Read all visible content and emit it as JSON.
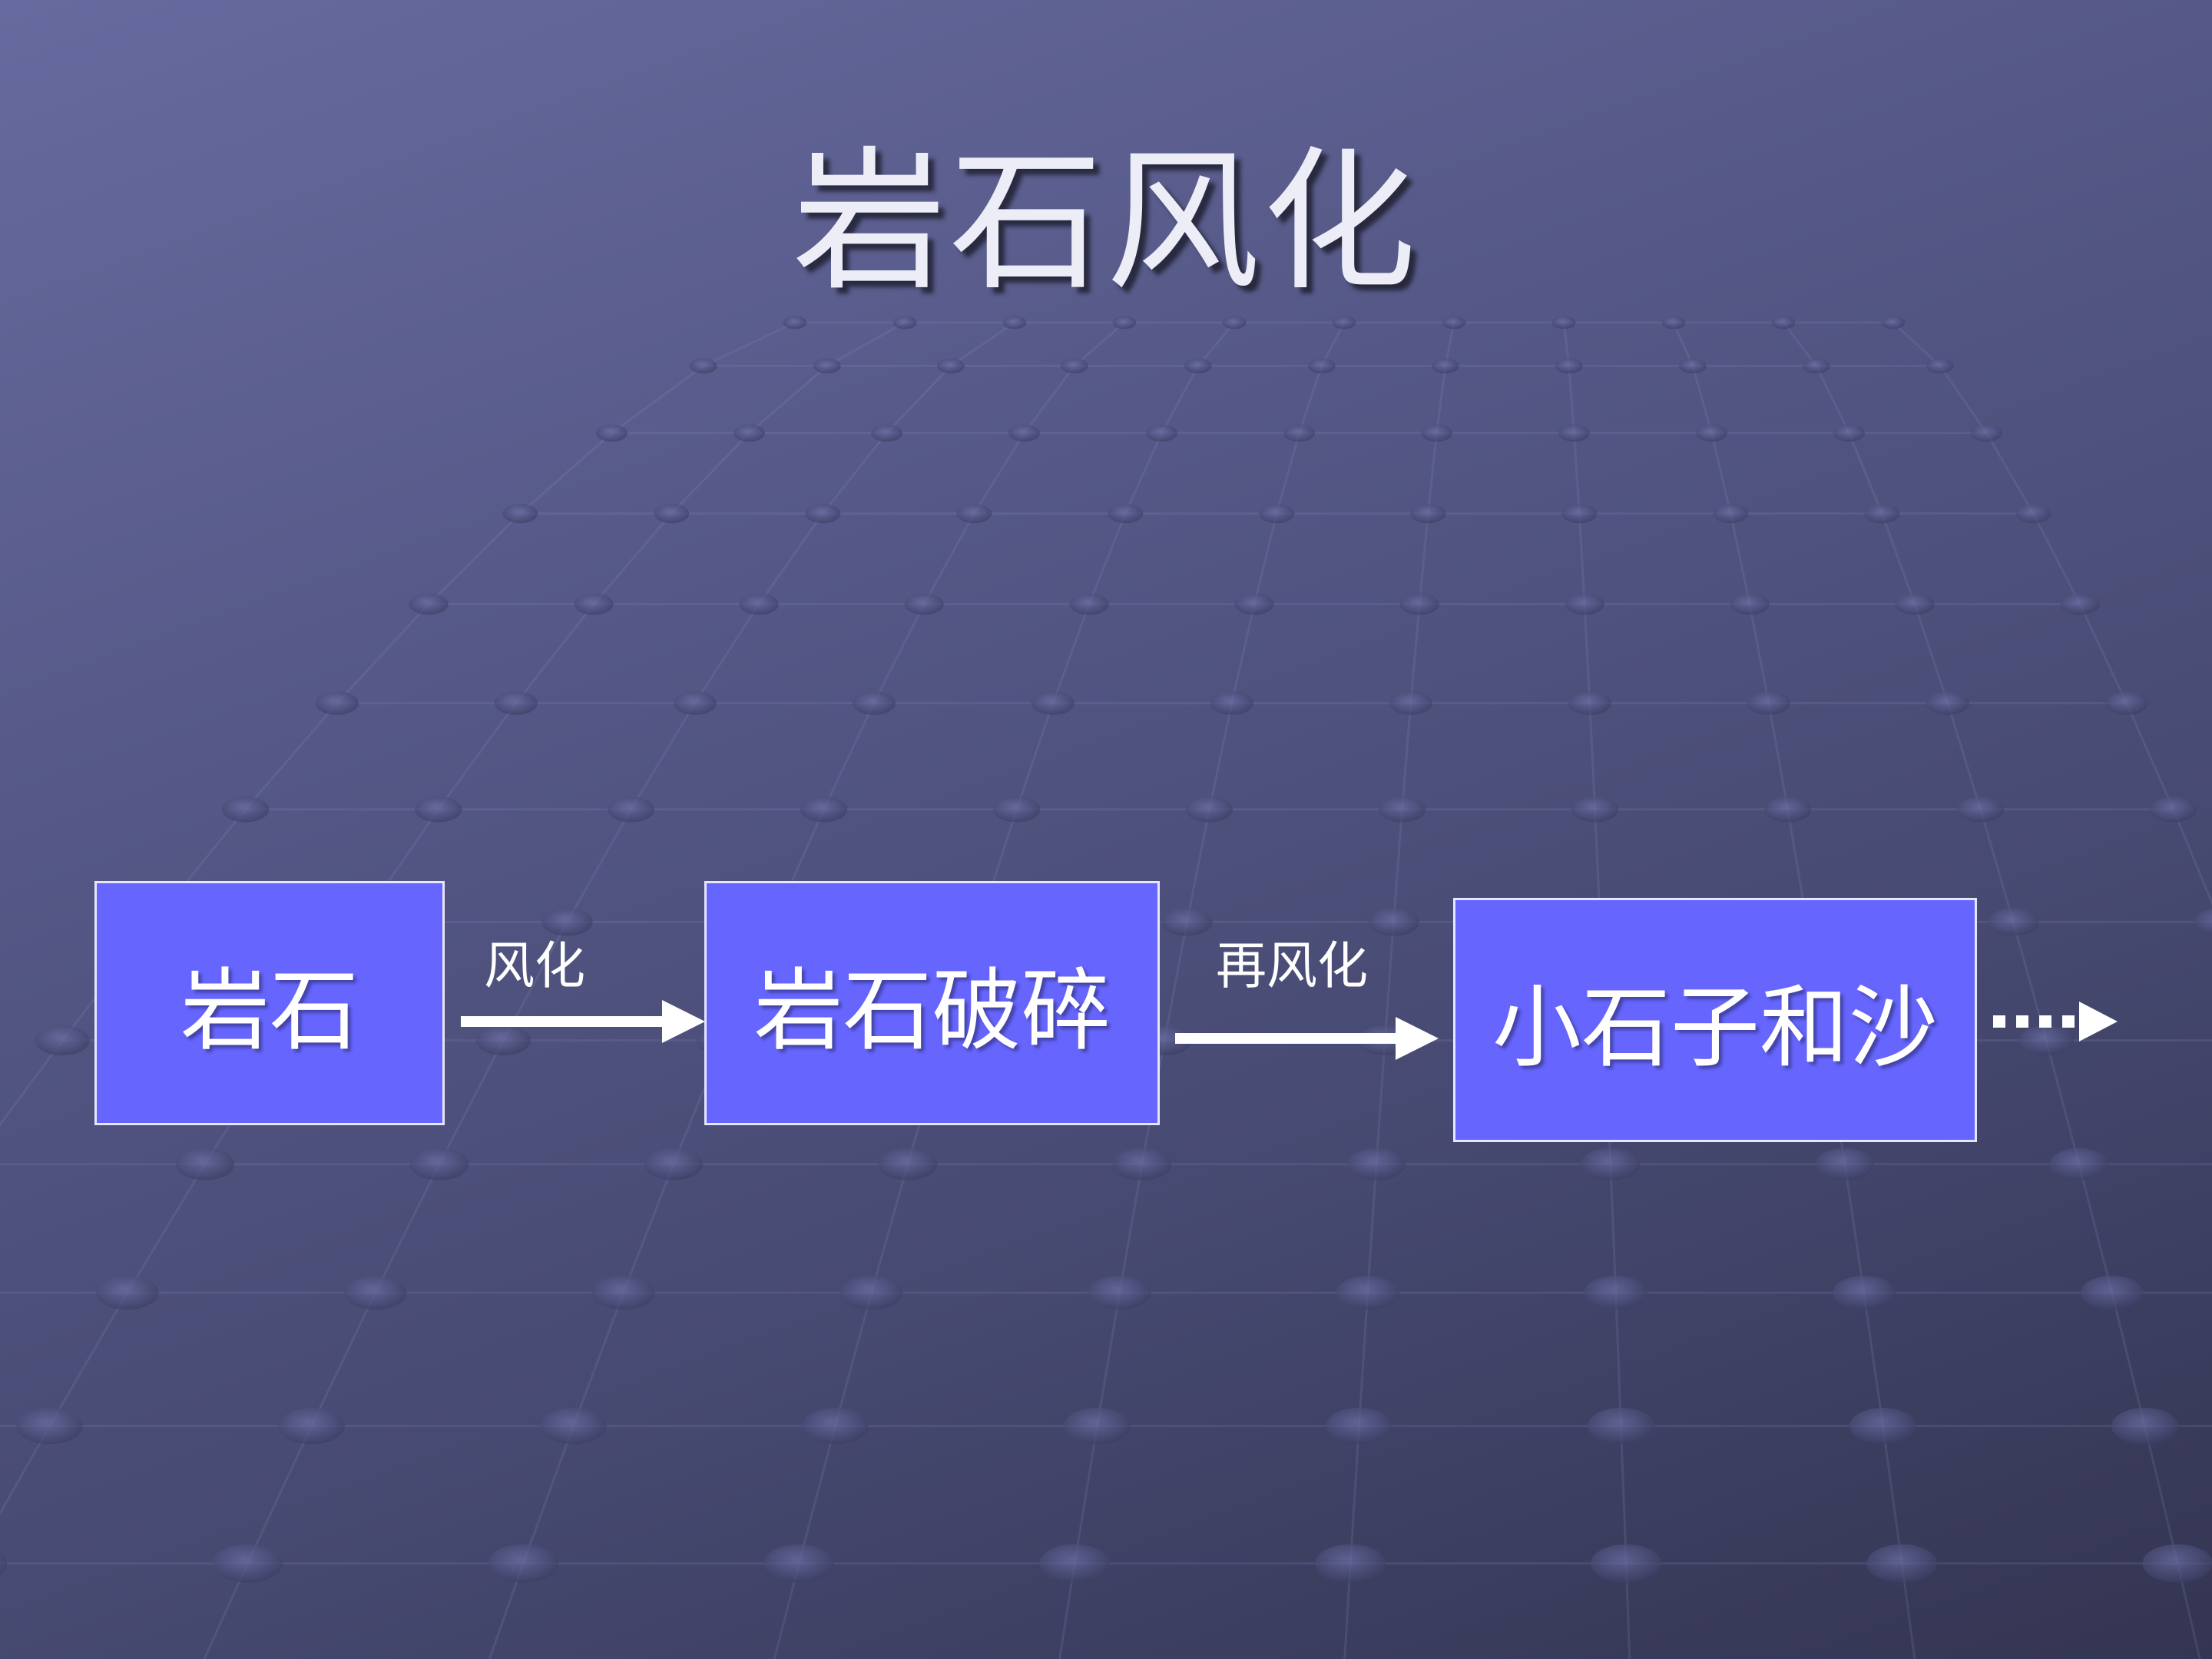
{
  "slide": {
    "title": "岩石风化",
    "colors": {
      "box_fill": "#6666ff",
      "box_border": "#e6e6ff",
      "text": "#ffffff"
    }
  },
  "diagram": {
    "nodes": [
      {
        "id": "rock",
        "label": "岩石"
      },
      {
        "id": "broken-rock",
        "label": "岩石破碎"
      },
      {
        "id": "pebbles-and-sand",
        "label": "小石子和沙"
      }
    ],
    "edges": [
      {
        "from": "rock",
        "to": "broken-rock",
        "label": "风化"
      },
      {
        "from": "broken-rock",
        "to": "pebbles-and-sand",
        "label": "再风化"
      }
    ],
    "continuation_icon": "dotted-arrow-right-icon"
  }
}
